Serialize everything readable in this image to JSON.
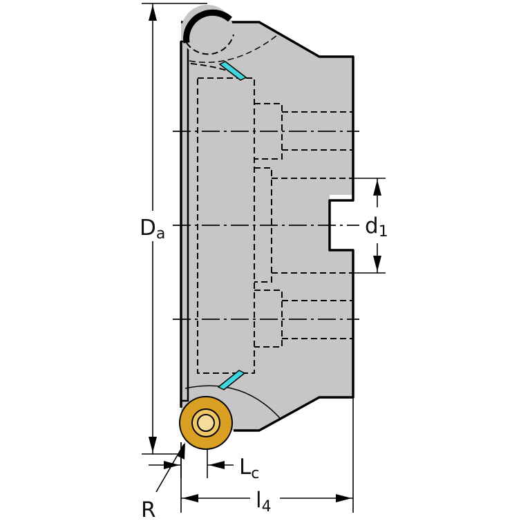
{
  "labels": {
    "Da_main": "D",
    "Da_sub": "a",
    "d1_main": "d",
    "d1_sub": "1",
    "Lc_main": "L",
    "Lc_sub": "c",
    "l4_main": "l",
    "l4_sub": "4",
    "R": "R"
  },
  "colors": {
    "body": "#c6c6c6",
    "insert_gold": "#d9a024",
    "insert_light": "#f0c766",
    "coolant": "#3fd6e0",
    "line": "#000000"
  }
}
